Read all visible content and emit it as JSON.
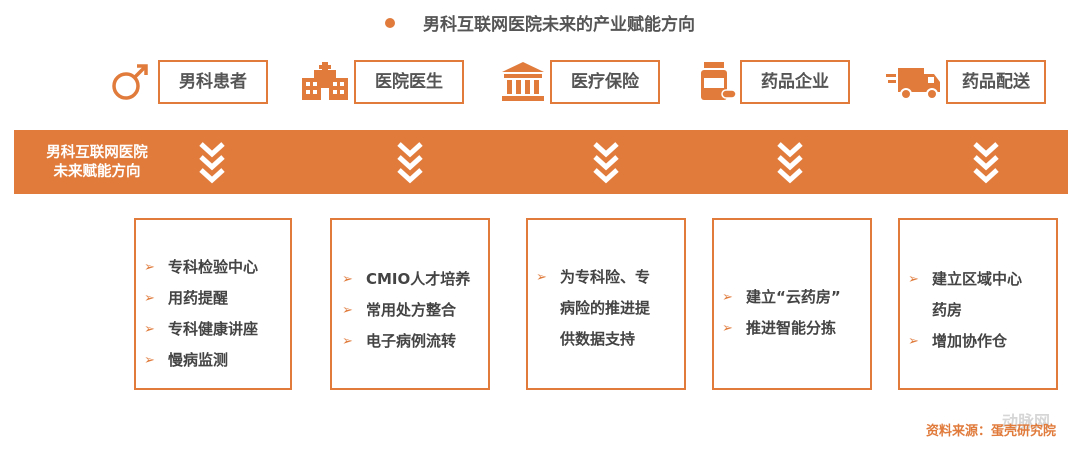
{
  "title": "男科互联网医院未来的产业赋能方向",
  "categories": [
    {
      "label": "男科患者",
      "icon": "male-symbol-icon"
    },
    {
      "label": "医院医生",
      "icon": "hospital-icon"
    },
    {
      "label": "医疗保险",
      "icon": "bank-building-icon"
    },
    {
      "label": "药品企业",
      "icon": "medicine-bottle-icon"
    },
    {
      "label": "药品配送",
      "icon": "delivery-truck-icon"
    }
  ],
  "band": {
    "line1": "男科互联网医院",
    "line2": "未来赋能方向"
  },
  "boxes": [
    {
      "items": [
        "专科检验中心",
        "用药提醒",
        "专科健康讲座",
        "慢病监测"
      ]
    },
    {
      "items": [
        "CMIO人才培养",
        "常用处方整合",
        "电子病例流转"
      ]
    },
    {
      "items": [
        "为专科险、专",
        "病险的推进提",
        "供数据支持"
      ]
    },
    {
      "items": [
        "建立“云药房”",
        "推进智能分拣"
      ]
    },
    {
      "items": [
        "建立区域中心",
        "药房",
        "增加协作仓"
      ]
    }
  ],
  "source": "资料来源：蛋壳研究院",
  "watermark": "动脉网",
  "colors": {
    "accent": "#e07b3c"
  }
}
